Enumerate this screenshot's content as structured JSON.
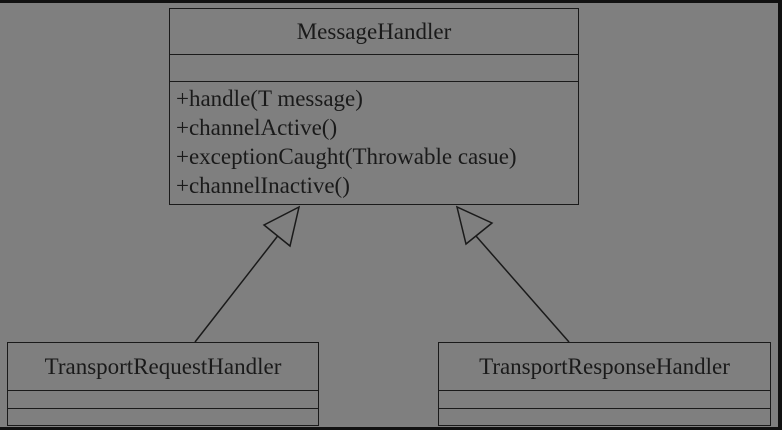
{
  "classes": {
    "parent": {
      "name": "MessageHandler",
      "methods": [
        "+handle(T message)",
        "+channelActive()",
        "+exceptionCaught(Throwable casue)",
        "+channelInactive()"
      ]
    },
    "request_handler": {
      "name": "TransportRequestHandler"
    },
    "response_handler": {
      "name": "TransportResponseHandler"
    }
  },
  "relations": [
    {
      "type": "generalization",
      "from": "TransportRequestHandler",
      "to": "MessageHandler"
    },
    {
      "type": "generalization",
      "from": "TransportResponseHandler",
      "to": "MessageHandler"
    }
  ],
  "colors": {
    "background": "#7f7f7f",
    "line": "#1a1a1a",
    "text": "#1a1a1a"
  }
}
